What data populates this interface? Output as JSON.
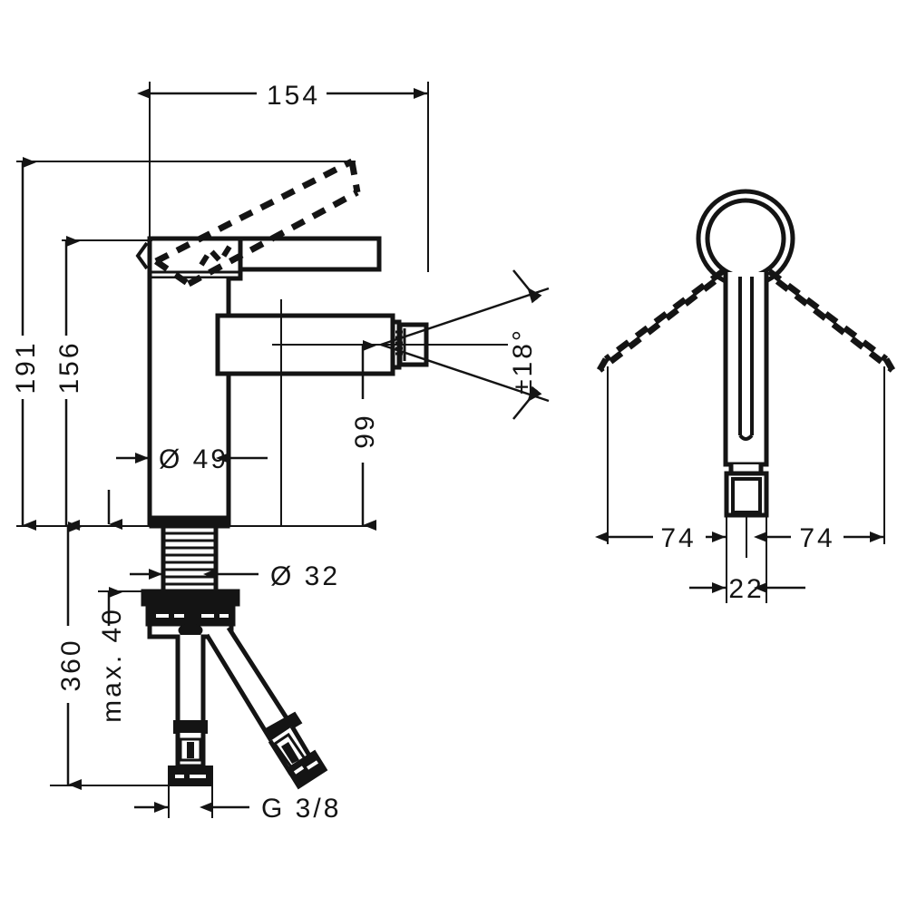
{
  "drawing": {
    "title": "Bidet mixer technical dimension drawing",
    "line_color": "#141414",
    "background_color": "#ffffff",
    "views": [
      {
        "name": "side-elevation-view",
        "position": "left"
      },
      {
        "name": "front-elevation-view",
        "position": "right"
      }
    ]
  },
  "dimensions": {
    "overall_length": {
      "label": "154",
      "orientation": "horizontal",
      "view": "side"
    },
    "overall_height": {
      "label": "191",
      "orientation": "vertical",
      "view": "side"
    },
    "handle_height": {
      "label": "156",
      "orientation": "vertical",
      "view": "side"
    },
    "spout_height": {
      "label": "99",
      "orientation": "vertical",
      "view": "side"
    },
    "body_diameter": {
      "label": "Ø 49",
      "orientation": "horizontal",
      "view": "side"
    },
    "shank_diameter": {
      "label": "Ø 32",
      "orientation": "horizontal",
      "view": "side"
    },
    "hose_length": {
      "label": "360",
      "orientation": "vertical",
      "view": "side"
    },
    "max_deck_thickness": {
      "label": "max. 40",
      "orientation": "vertical",
      "view": "side"
    },
    "thread_size": {
      "label": "G 3/8",
      "orientation": "horizontal",
      "view": "side"
    },
    "swivel_angle": {
      "label": "±18°",
      "orientation": "angular",
      "view": "side"
    },
    "handle_swing_left": {
      "label": "74",
      "orientation": "horizontal",
      "view": "front"
    },
    "handle_swing_right": {
      "label": "74",
      "orientation": "horizontal",
      "view": "front"
    },
    "handle_width": {
      "label": "22",
      "orientation": "horizontal",
      "view": "front"
    }
  }
}
